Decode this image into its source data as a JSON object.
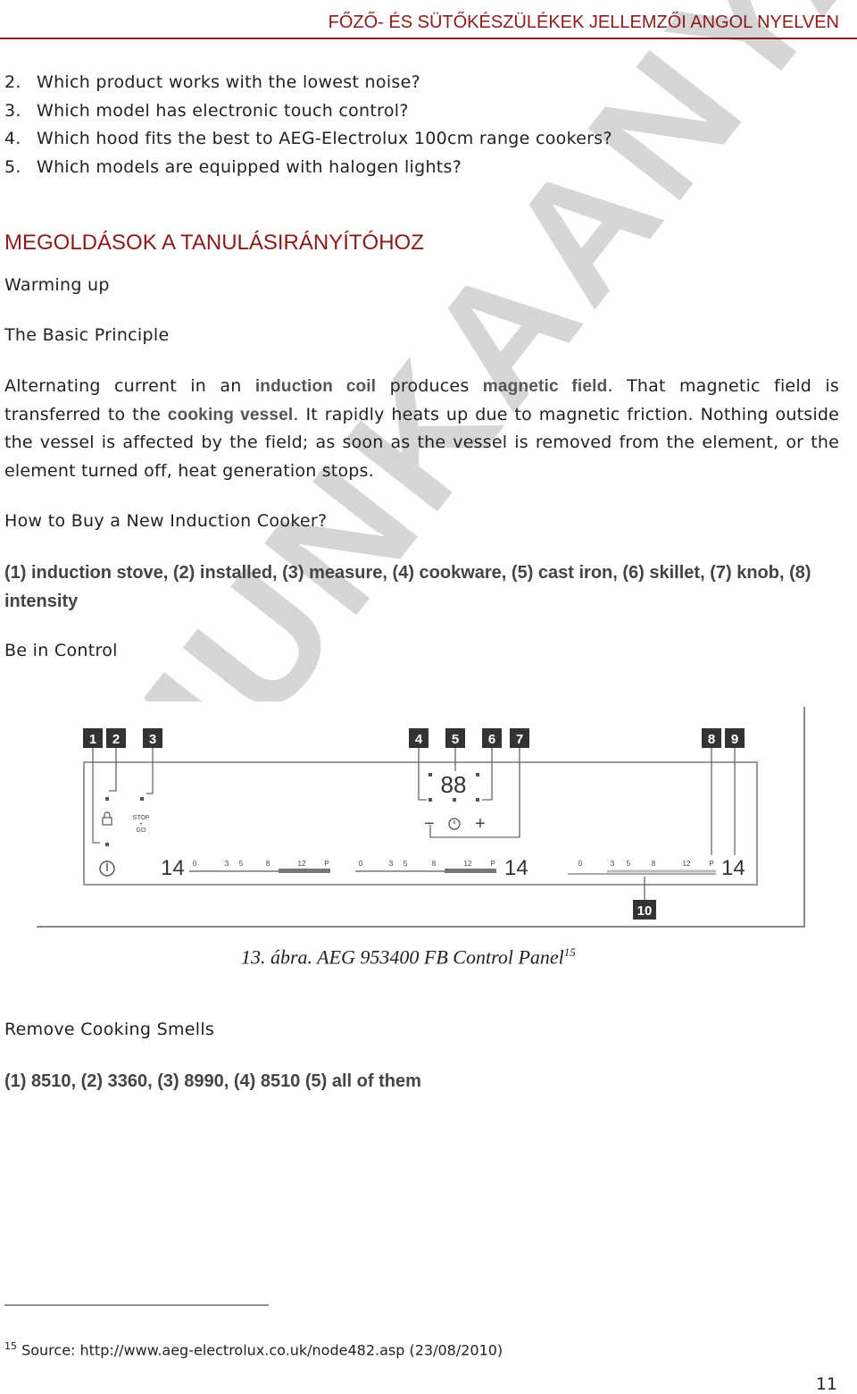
{
  "header": {
    "title": "FŐZŐ- ÉS SÜTŐKÉSZÜLÉKEK JELLEMZŐI ANGOL NYELVEN"
  },
  "questions": [
    {
      "num": "2.",
      "text": "Which product works with the lowest noise?"
    },
    {
      "num": "3.",
      "text": "Which model has electronic touch control?"
    },
    {
      "num": "4.",
      "text": "Which hood fits the best to AEG-Electrolux 100cm range cookers?"
    },
    {
      "num": "5.",
      "text": "Which models are equipped with halogen lights?"
    }
  ],
  "section_title": "MEGOLDÁSOK A TANULÁSIRÁNYÍTÓHOZ",
  "warming_up": "Warming up",
  "basic_principle": "The Basic Principle",
  "paragraph": {
    "p1": "Alternating current in an ",
    "b1": "induction coil",
    "p2": " produces ",
    "b2": "magnetic field",
    "p3": ". That magnetic field is transferred to the ",
    "b3": "cooking vessel",
    "p4": ". It rapidly heats up due to magnetic friction. Nothing outside the vessel is affected by the field; as soon as the vessel is removed from the element, or the element turned off, heat generation stops."
  },
  "how_to_buy": "How to Buy a New Induction Cooker?",
  "answers_buy": "(1) induction stove, (2) installed, (3) measure, (4) cookware, (5) cast iron, (6) skillet, (7) knob, (8) intensity",
  "be_in_control": "Be in Control",
  "diagram": {
    "labels": [
      "1",
      "2",
      "3",
      "4",
      "5",
      "6",
      "7",
      "8",
      "9",
      "10"
    ],
    "display": "88",
    "heat_left": "14",
    "heat_mid": "14",
    "heat_right": "14",
    "scale": [
      "0",
      "3",
      "5",
      "8",
      "12",
      "P"
    ],
    "stop_go": [
      "STOP",
      "+",
      "GO"
    ],
    "minus": "−",
    "plus": "+"
  },
  "caption": {
    "text": "13. ábra. AEG 953400 FB Control Panel",
    "sup": "15"
  },
  "remove_smells": "Remove Cooking Smells",
  "answers_smells": "(1) 8510, (2) 3360, (3) 8990, (4) 8510 (5) all of them",
  "footnote": {
    "sup": "15",
    "text": " Source: http://www.aeg-electrolux.co.uk/node482.asp (23/08/2010)"
  },
  "page_number": "11",
  "watermark": "MUNKAANYAG"
}
